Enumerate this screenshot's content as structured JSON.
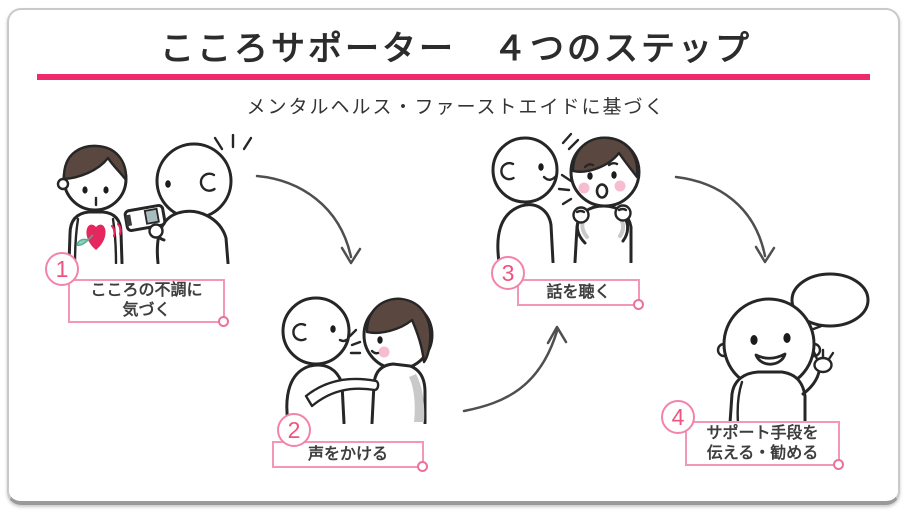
{
  "header": {
    "title": "こころサポーター　４つのステップ",
    "subtitle": "メンタルヘルス・ファーストエイドに基づく"
  },
  "steps": [
    {
      "number": "1",
      "label_line1": "こころの不調に",
      "label_line2": "気づく",
      "scene": "noticing-heart-distress-checkup"
    },
    {
      "number": "2",
      "label_line1": "声をかける",
      "label_line2": "",
      "scene": "calling-out-to-person"
    },
    {
      "number": "3",
      "label_line1": "話を聴く",
      "label_line2": "",
      "scene": "listening-while-person-talks"
    },
    {
      "number": "4",
      "label_line1": "サポート手段を",
      "label_line2": "伝える・勧める",
      "scene": "suggesting-support-options"
    }
  ],
  "colors": {
    "accent_pink": "#ee2a6d",
    "label_box_pink": "#f497b7",
    "number_pink": "#ee5480",
    "heart_pink": "#e5275e",
    "hair_brown": "#594740",
    "text_dark": "#3e3e3e",
    "arrow_gray": "#4f4f4f"
  }
}
